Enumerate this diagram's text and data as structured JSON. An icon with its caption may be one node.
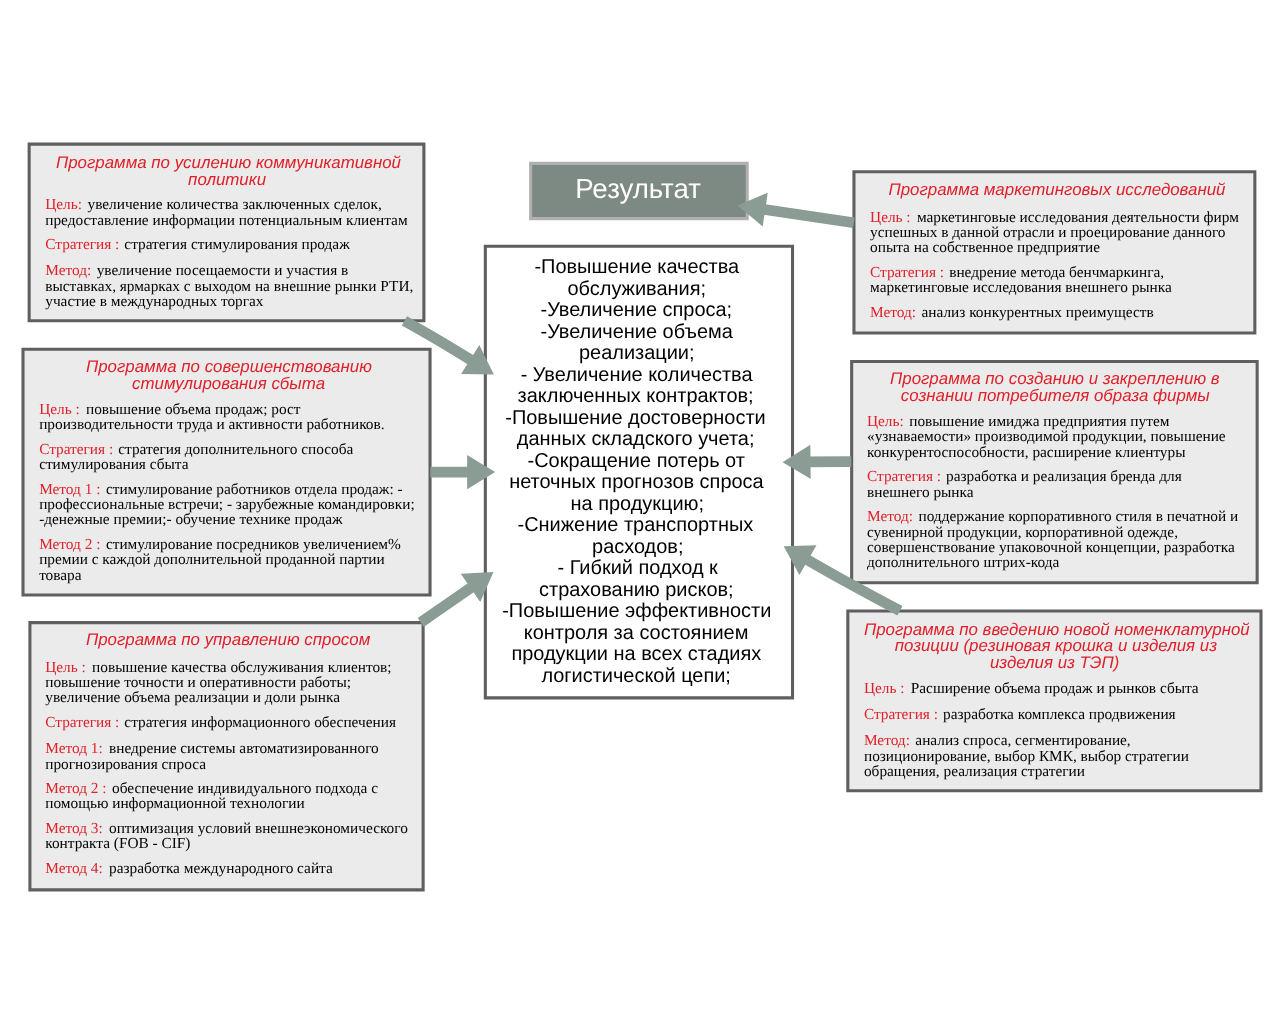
{
  "diagram": {
    "nodes": [
      {
        "text": [
          "Результат"
        ]
      },
      {
        "text": [
          "-Повышение качества обслуживания;",
          "-Увеличение спроса;",
          "-Увеличение объема реализации;",
          "- Увеличение количества заключенных контрактов;",
          "-Повышение достоверности данных складского учета;",
          "-Сокращение потерь от неточных прогнозов спроса на продукцию;",
          "-Снижение транспортных расходов;",
          "- Гибкий подход к страхованию рисков;",
          "-Повышение эффективности контроля за состоянием продукции на всех стадиях логистической цепи;"
        ]
      },
      {
        "text": [
          "Программа по усилению коммуникативной политики",
          "Цель: увеличение количества заключенных сделок, предоставление информации потенциальным клиентам",
          "Стратегия : стратегия стимулирования продаж",
          "Метод: увеличение посещаемости и участия в выставках, ярмарках с выходом на внешние рынки РТИ, участие в международных торгах"
        ]
      },
      {
        "text": [
          "Программа по совершенствованию стимулирования сбыта",
          "Цель : повышение объема продаж; рост производительности труда и активности работников.",
          "Стратегия : стратегия дополнительного способа стимулирования сбыта",
          "Метод 1 : стимулирование работников отдела продаж: - профессиональные встречи; - зарубежные командировки; -денежные премии;- обучение технике продаж",
          "Метод 2 : стимулирование посредников увеличением% премии с каждой дополнительной проданной партии товара"
        ]
      },
      {
        "text": [
          "Программа по управлению спросом",
          "Цель : повышение качества обслуживания клиентов; повышение точности и оперативности работы; увеличение объема реализации и доли рынка",
          "Стратегия : стратегия информационного обеспечения",
          "Метод 1: внедрение системы автоматизированного прогнозирования спроса",
          "Метод 2 : обеспечение индивидуального подхода с помощью информационной технологии",
          "Метод 3: оптимизация условий внешнеэкономического контракта (FOB - CIF)",
          "Метод 4: разработка международного сайта"
        ]
      },
      {
        "text": [
          "Программа маркетинговых исследований",
          "Цель : маркетинговые исследования деятельности фирм успешных в данной отрасли и проецирование данного опыта на собственное предприятие",
          "Стратегия : внедрение метода бенчмаркинга, маркетинговые исследования внешнего рынка",
          "Метод: анализ конкурентных преимуществ"
        ]
      },
      {
        "text": [
          "Программа по созданию и закреплению в сознании потребителя образа фирмы",
          "Цель: повышение имиджа предприятия путем «узнаваемости» производимой продукции, повышение конкурентоспособности, расширение клиентуры",
          "Стратегия : разработка и реализация бренда для внешнего рынка",
          "Метод: поддержание корпоративного стиля в печатной и сувенирной продукции, корпоративной одежде, совершенствование упаковочной концепции, разработка дополнительного штрих-кода"
        ]
      },
      {
        "text": [
          "Программа по введению новой номенклатурной позиции (резиновая крошка и изделия из изделия из ТЭП)",
          "Цель : Расширение объема продаж и рынков сбыта",
          "Стратегия : разработка комплекса продвижения",
          "Метод: анализ спроса, сегментирование, позиционирование, выбор КМК, выбор стратегии обращения, реализация стратегии"
        ]
      }
    ],
    "edges": [
      {
        "from": 2,
        "to": 1,
        "arrow": "to"
      },
      {
        "from": 3,
        "to": 1,
        "arrow": "to"
      },
      {
        "from": 4,
        "to": 1,
        "arrow": "to"
      },
      {
        "from": 5,
        "to": 0,
        "arrow": "to"
      },
      {
        "from": 6,
        "to": 1,
        "arrow": "to"
      },
      {
        "from": 7,
        "to": 1,
        "arrow": "to"
      }
    ]
  }
}
